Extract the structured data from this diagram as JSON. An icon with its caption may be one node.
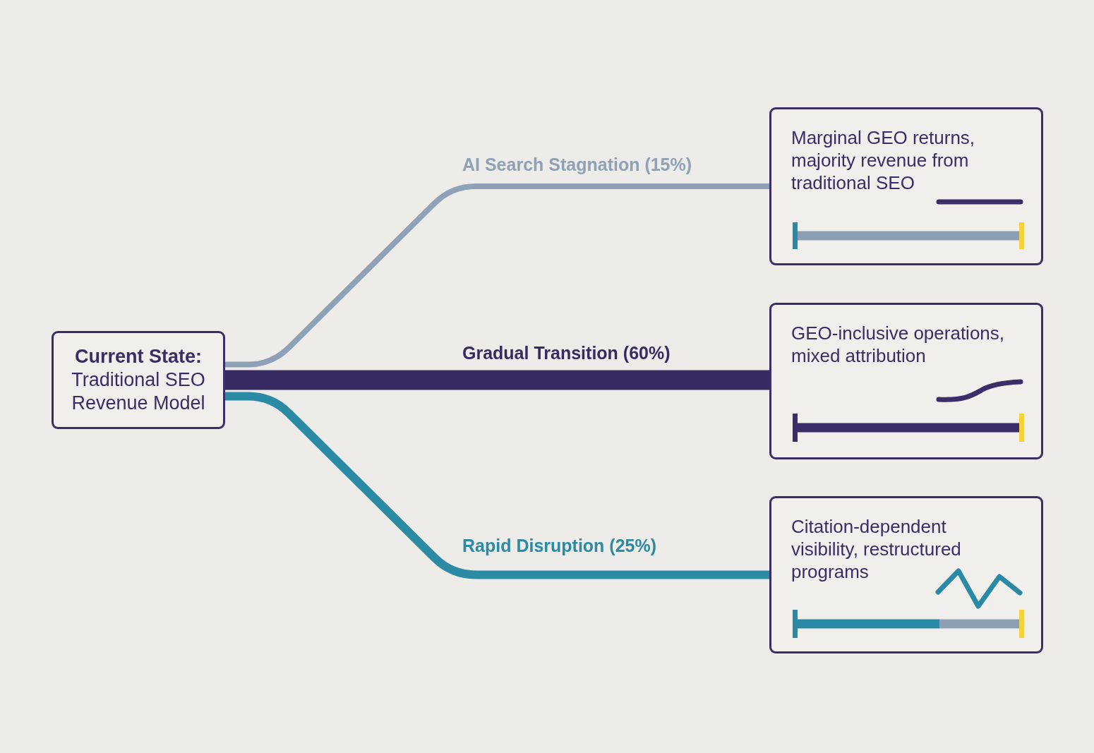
{
  "diagram": {
    "nodes": [
      {
        "text": [
          "Current State:",
          "Traditional SEO Revenue Model"
        ]
      },
      {
        "text": [
          "Marginal GEO returns, majority revenue from traditional SEO"
        ]
      },
      {
        "text": [
          "GEO-inclusive operations, mixed attribution"
        ]
      },
      {
        "text": [
          "Citation-dependent visibility, restructured programs"
        ]
      }
    ],
    "edges": [
      {
        "from": 0,
        "to": 1,
        "arrow": "none",
        "label": "AI Search Stagnation (15%)",
        "color": "#8fa1b6"
      },
      {
        "from": 0,
        "to": 2,
        "arrow": "none",
        "label": "Gradual Transition (60%)",
        "style": "thick",
        "color": "#372a63"
      },
      {
        "from": 0,
        "to": 3,
        "arrow": "none",
        "label": "Rapid Disruption (25%)",
        "color": "#2b8aa4"
      }
    ]
  }
}
